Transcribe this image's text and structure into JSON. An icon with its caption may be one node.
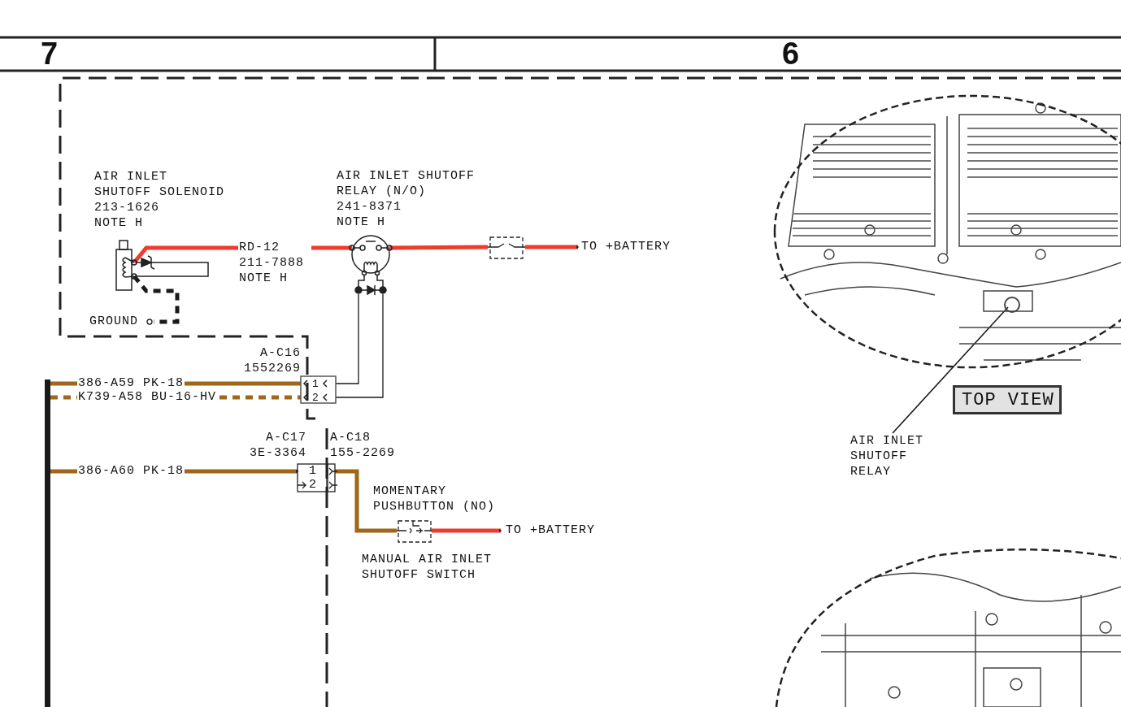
{
  "diagram": {
    "nodes": [
      {
        "text": [
          "AIR INLET SHUTOFF SOLENOID",
          "213-1626",
          "NOTE H"
        ]
      },
      {
        "text": [
          "AIR INLET SHUTOFF RELAY (N/O)",
          "241-8371",
          "NOTE H"
        ]
      },
      {
        "text": [],
        "shape": "switch"
      },
      {
        "text": [
          "TO +BATTERY"
        ]
      },
      {
        "text": [
          "GROUND"
        ]
      },
      {
        "text": [
          "A-C16",
          "1552269",
          "1",
          "2"
        ]
      },
      {
        "text": [
          "A-C17",
          "3E-3364",
          "1",
          "2"
        ]
      },
      {
        "text": [
          "A-C18",
          "155-2269"
        ]
      },
      {
        "text": [
          "MOMENTARY PUSHBUTTON (NO)",
          "MANUAL AIR INLET SHUTOFF SWITCH"
        ]
      },
      {
        "text": [
          "TO +BATTERY"
        ]
      },
      {
        "text": [],
        "shape": "bar"
      },
      {
        "text": [],
        "shape": "picture"
      },
      {
        "text": [
          "TOP VIEW"
        ]
      },
      {
        "text": [
          "AIR INLET SHUTOFF RELAY"
        ]
      },
      {
        "text": [],
        "shape": "picture"
      }
    ],
    "edges": [
      {
        "from": 0,
        "to": 1,
        "arrow": "none",
        "label": "RD-12 211-7888 NOTE H",
        "color": "#ee3b2e"
      },
      {
        "from": 1,
        "to": 2,
        "arrow": "none",
        "color": "#ee3b2e"
      },
      {
        "from": 2,
        "to": 3,
        "arrow": "to",
        "color": "#ee3b2e"
      },
      {
        "from": 0,
        "to": 4,
        "arrow": "none",
        "style": "dashed",
        "color": "#1a1a1a"
      },
      {
        "from": 1,
        "to": 5,
        "arrow": "none",
        "color": "#1a1a1a"
      },
      {
        "from": 1,
        "to": 5,
        "arrow": "none",
        "color": "#1a1a1a"
      },
      {
        "from": 10,
        "to": 5,
        "arrow": "none",
        "label": "386-A59 PK-18",
        "color": "#a0661a"
      },
      {
        "from": 10,
        "to": 5,
        "arrow": "none",
        "label": "K739-A58 BU-16-HV",
        "style": "dashed",
        "color": "#a0661a"
      },
      {
        "from": 10,
        "to": 6,
        "arrow": "to",
        "label": "386-A60 PK-18",
        "color": "#a0661a"
      },
      {
        "from": 7,
        "to": 8,
        "arrow": "none",
        "color": "#a0661a"
      },
      {
        "from": 8,
        "to": 9,
        "arrow": "to",
        "color": "#ee3b2e"
      },
      {
        "from": 13,
        "to": 11,
        "arrow": "none",
        "color": "#1a1a1a"
      }
    ],
    "labels": [
      "7",
      "6"
    ]
  }
}
